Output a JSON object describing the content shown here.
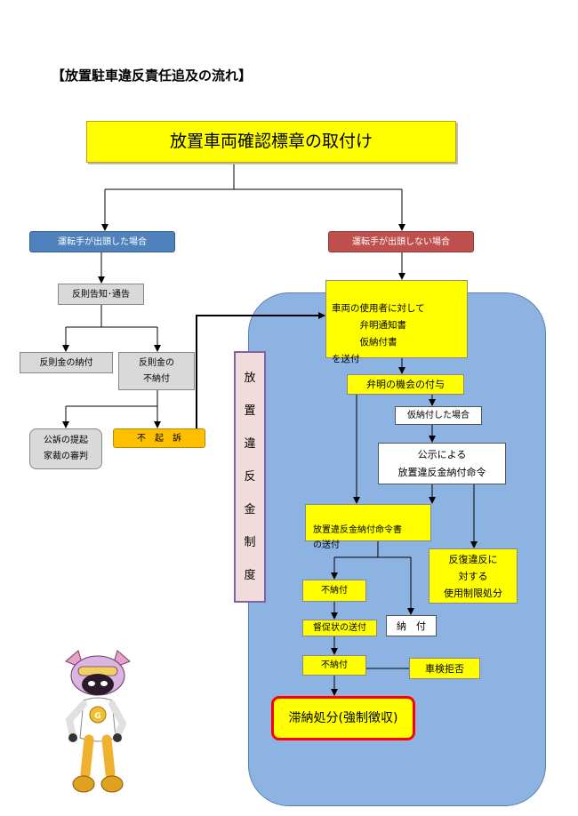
{
  "title": "【放置駐車違反責任追及の流れ】",
  "top_box": "放置車両確認標章の取付け",
  "left": {
    "header": "運転手が出頭した場合",
    "notice": "反則告知･通告",
    "paid": "反則金の納付",
    "unpaid": "反則金の\n不納付",
    "prosecution": "公訴の提起\n家裁の審判",
    "no_prosecution": "不　起　訴"
  },
  "right": {
    "header": "運転手が出頭しない場合",
    "notice_to_owner": "車両の使用者に対して\n　　　弁明通知書\n　　　仮納付書\nを送付",
    "hearing": "弁明の機会の付与",
    "provisional_paid": "仮納付した場合",
    "public_notice": "公示による\n放置違反金納付命令",
    "order_sent": "放置違反金納付命令書\nの送付",
    "repeat": "反復違反に\n対する\n使用制限処分",
    "unpaid1": "不納付",
    "reminder": "督促状の送付",
    "paid": "納　付",
    "unpaid2": "不納付",
    "inspection_refusal": "車検拒否",
    "enforcement": "滞納処分(強制徴収)"
  },
  "vertical_label": [
    "放",
    "置",
    "違",
    "反",
    "金",
    "制",
    "度"
  ],
  "colors": {
    "yellow": "#ffff00",
    "blue_header": "#4f81bd",
    "red_header": "#c0504d",
    "panel": "#8db3e2",
    "orange": "#ffc000",
    "gray": "#d9d9d9",
    "lavender": "#8064a2",
    "red_border": "#ff0000"
  },
  "character": "mascot-character"
}
